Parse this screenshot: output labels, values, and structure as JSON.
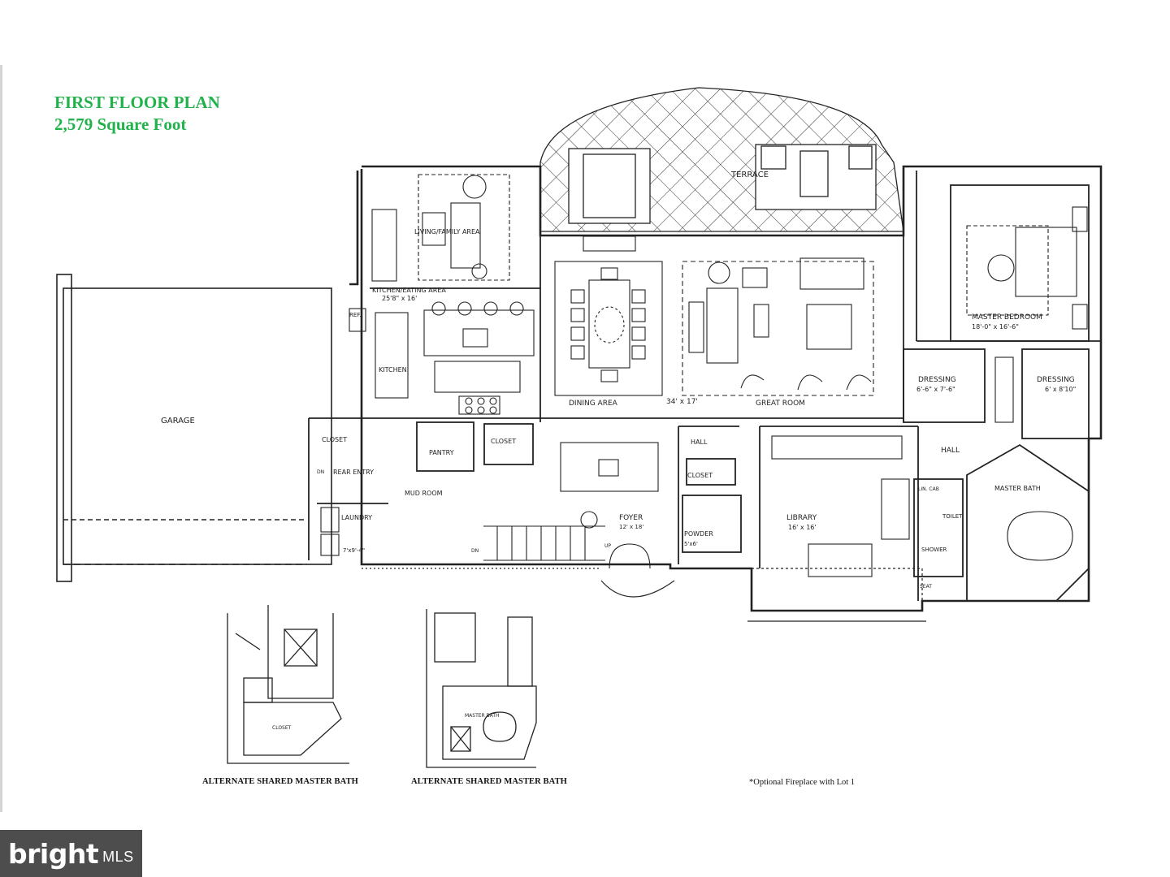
{
  "header": {
    "title": "FIRST FLOOR PLAN",
    "subtitle": "2,579 Square Foot"
  },
  "rooms": {
    "terrace": "TERRACE",
    "living_area": "LIVING/FAMILY AREA",
    "kitchen_eating": "KITCHEN/EATING AREA",
    "kitchen_eating_dim": "25'8\" x 16'",
    "ref": "REF.",
    "kitchen": "KITCHEN",
    "dining_area": "DINING AREA",
    "dining_dim": "34' x 17'",
    "great_room": "GREAT ROOM",
    "master_bedroom": "MASTER BEDROOM",
    "master_bedroom_dim": "18'-0\" x 16'-6\"",
    "dressing_left": "DRESSING",
    "dressing_left_dim": "6'-6\" x 7'-6\"",
    "dressing_right": "DRESSING",
    "dressing_right_dim": "6' x 8'10\"",
    "garage": "GARAGE",
    "closet_1": "CLOSET",
    "closet_2": "CLOSET",
    "closet_3": "CLOSET",
    "pantry": "PANTRY",
    "rear_entry": "REAR ENTRY",
    "mud_room": "MUD ROOM",
    "laundry": "LAUNDRY",
    "laundry_dim": "7'x9'-4\"",
    "hall_1": "HALL",
    "hall_2": "HALL",
    "foyer": "FOYER",
    "foyer_dim": "12' x 18'",
    "powder": "POWDER",
    "powder_dim": "5'x6'",
    "library": "LIBRARY",
    "library_dim": "16' x 16'",
    "lin_cab": "LIN. CAB",
    "toilet": "TOILET",
    "shower": "SHOWER",
    "seat": "SEAT",
    "master_bath": "MASTER BATH",
    "up": "UP",
    "dn": "DN",
    "dn_2": "DN"
  },
  "inset_labels": {
    "closet": "CLOSET",
    "master_bath": "MASTER BATH"
  },
  "captions": {
    "alt_bath_1": "ALTERNATE SHARED MASTER BATH",
    "alt_bath_2": "ALTERNATE SHARED MASTER BATH",
    "fireplace_note": "*Optional Fireplace with Lot 1"
  },
  "watermark": {
    "brand": "bright",
    "suffix": "MLS"
  },
  "colors": {
    "title": "#22b24c",
    "lines": "#222222",
    "watermark_bg": "#4d4d4d"
  }
}
